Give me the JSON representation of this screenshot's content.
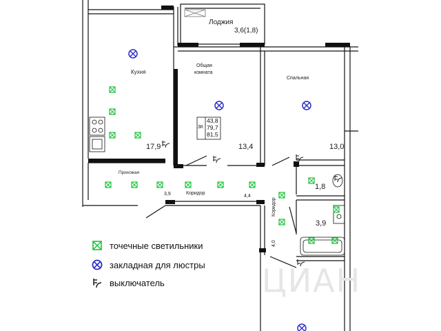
{
  "rooms": {
    "kitchen": {
      "name": "Кухня",
      "area": "17,9"
    },
    "living": {
      "name_line1": "Общая",
      "name_line2": "комната",
      "area": "13,4"
    },
    "bedroom": {
      "name": "Спальная",
      "area": "13,0"
    },
    "loggia": {
      "name": "Лоджия",
      "area": "3,6(1,8)"
    },
    "hall": {
      "name": "Прихожая",
      "area": "3,9"
    },
    "corridor1": {
      "name": "Коридор",
      "area": "4,4"
    },
    "corridor2": {
      "name": "Коридор",
      "area": "4,0"
    },
    "wc": {
      "area": "1,8"
    },
    "bath": {
      "area": "3,9"
    }
  },
  "info_box": {
    "total": "43,8",
    "rooms_label": "3К",
    "living": "79,7",
    "gross": "81,5"
  },
  "legend": {
    "spotlight": "точечные светильники",
    "chandelier": "закладная для люстры",
    "switch": "выключатель"
  },
  "watermark": "ЦИАН",
  "colors": {
    "spot": "#19c23a",
    "chandelier": "#2b2bc9",
    "wall": "#111111"
  }
}
